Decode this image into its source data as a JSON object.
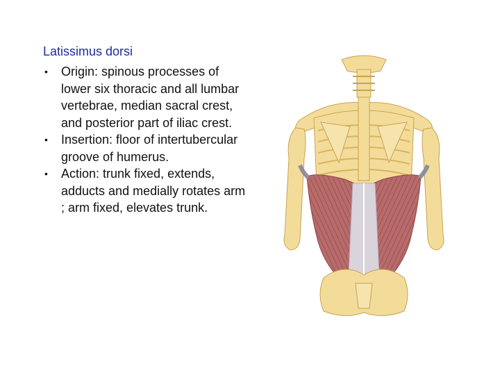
{
  "slide": {
    "title": "Latissimus dorsi",
    "bullets": [
      "Origin: spinous processes of lower six thoracic and all lumbar vertebrae, median sacral crest, and posterior part of iliac crest.",
      "Insertion: floor of intertubercular groove of humerus.",
      "Action: trunk fixed, extends, adducts and medially rotates arm ; arm fixed, elevates trunk."
    ],
    "bullet_glyph": "•"
  },
  "colors": {
    "title": "#1f2b9c",
    "text": "#111111",
    "bone": "#f3dc9a",
    "bone_shadow": "#d9b35e",
    "muscle": "#b86b6b",
    "muscle_dark": "#8e4646",
    "fascia": "#d9d4dc"
  }
}
